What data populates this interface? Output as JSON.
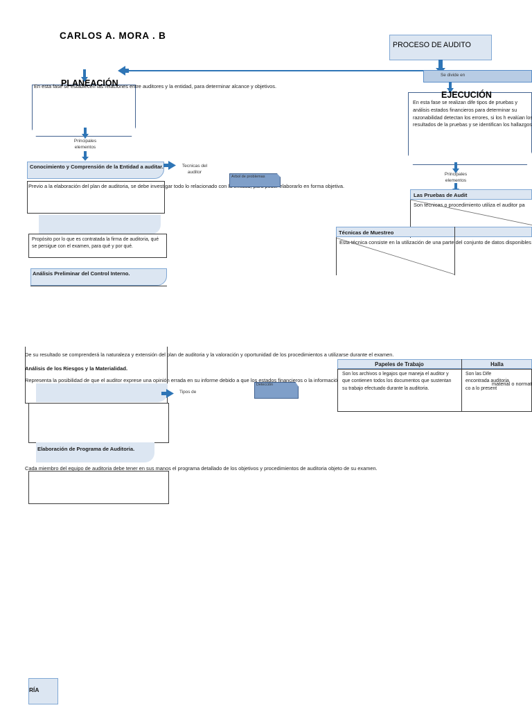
{
  "document": {
    "title": "CARLOS A. MORA . B"
  },
  "top": {
    "proceso_title": "PROCESO DE AUDITO",
    "divide_label": "Se divide en"
  },
  "planeacion": {
    "heading": "PLANEACIÓN",
    "description": "En esta fase se establecen las relaciones entre auditores y la entidad, para determinar alcance y objetivos.",
    "connector": "Principales\nelementos",
    "connector_line1": "Principales",
    "connector_line2": "elementos",
    "elements": [
      {
        "title": "Conocimiento y Comprensión de la Entidad a auditar.",
        "body": "Previo a la elaboración del plan de auditoria, se debe investigar todo lo relacionado con la entidad, para poder elaborarlo en forma objetiva."
      },
      {
        "title": "",
        "body": "Propósito por lo que es contratada la firma de auditoria, qué se persigue con el examen, para qué y por qué."
      },
      {
        "title": "Análisis Preliminar del Control Interno.",
        "body": "De su resultado se comprenderá la naturaleza y extensión del plan de auditoria y la valoración y oportunidad de los procedimientos a utilizarse durante el examen."
      },
      {
        "title": "Análisis de los Riesgos y la Materialidad.",
        "body": "Representa la posibilidad de que el auditor exprese una opinión errada en su informe  debido a que los estados financieros o la información suministrada a él estén afectados por una distorsión material o normativa."
      },
      {
        "title": "Elaboración de Programa de Auditoria.",
        "body": "Cada miembro del equipo de auditoria debe tener en sus manos el programa detallado de los objetivos y procedimientos de auditoria objeto de su examen."
      }
    ],
    "side_label_tecnicas_l1": "Tecnicas del",
    "side_label_tecnicas_l2": "auditor",
    "side_label_tipos": "Tipos de",
    "shape_arbol": "Arbol de problemas",
    "shape_deteccion": "Detección"
  },
  "ejecucion": {
    "heading": "EJECUCIÓN",
    "description": "En esta fase se realizan dife tipos de pruebas y análisis estados financieros para determinar su razonabilidad detectan los errores, si los h evalúan los resultados de la pruebas y se identifican los hallazgos.",
    "connector_line1": "Principales",
    "connector_line2": "elementos",
    "panels": [
      {
        "title": "Las Pruebas de Audit",
        "body": "Son técnicas o procedimiento utiliza el auditor pa"
      },
      {
        "title": "Técnicas de Muestreo",
        "body": "Esta técnica consiste en la utilización de una parte del conjunto de datos disponibles para deformar"
      }
    ]
  },
  "lower_table": {
    "columns": [
      {
        "header": "Papeles de Trabajo",
        "body": "Son los archivos o legajos que maneja el auditor y que contienen todos los documentos que sustentan su trabajo efectuado durante la auditoria."
      },
      {
        "header": "Halla",
        "body": "Son las Dife encontrada auditoria co a lo present"
      }
    ],
    "overflow_right": "material o normat"
  },
  "footer": {
    "partial_label": "RÍA"
  },
  "colors": {
    "accent_blue": "#2e75b6",
    "light_blue_fill": "#dce6f2",
    "medium_blue_fill": "#b8cce4",
    "steel_blue_fill": "#7f9fc9",
    "border_blue": "#41618f",
    "border_dark": "#3a3a3a"
  }
}
